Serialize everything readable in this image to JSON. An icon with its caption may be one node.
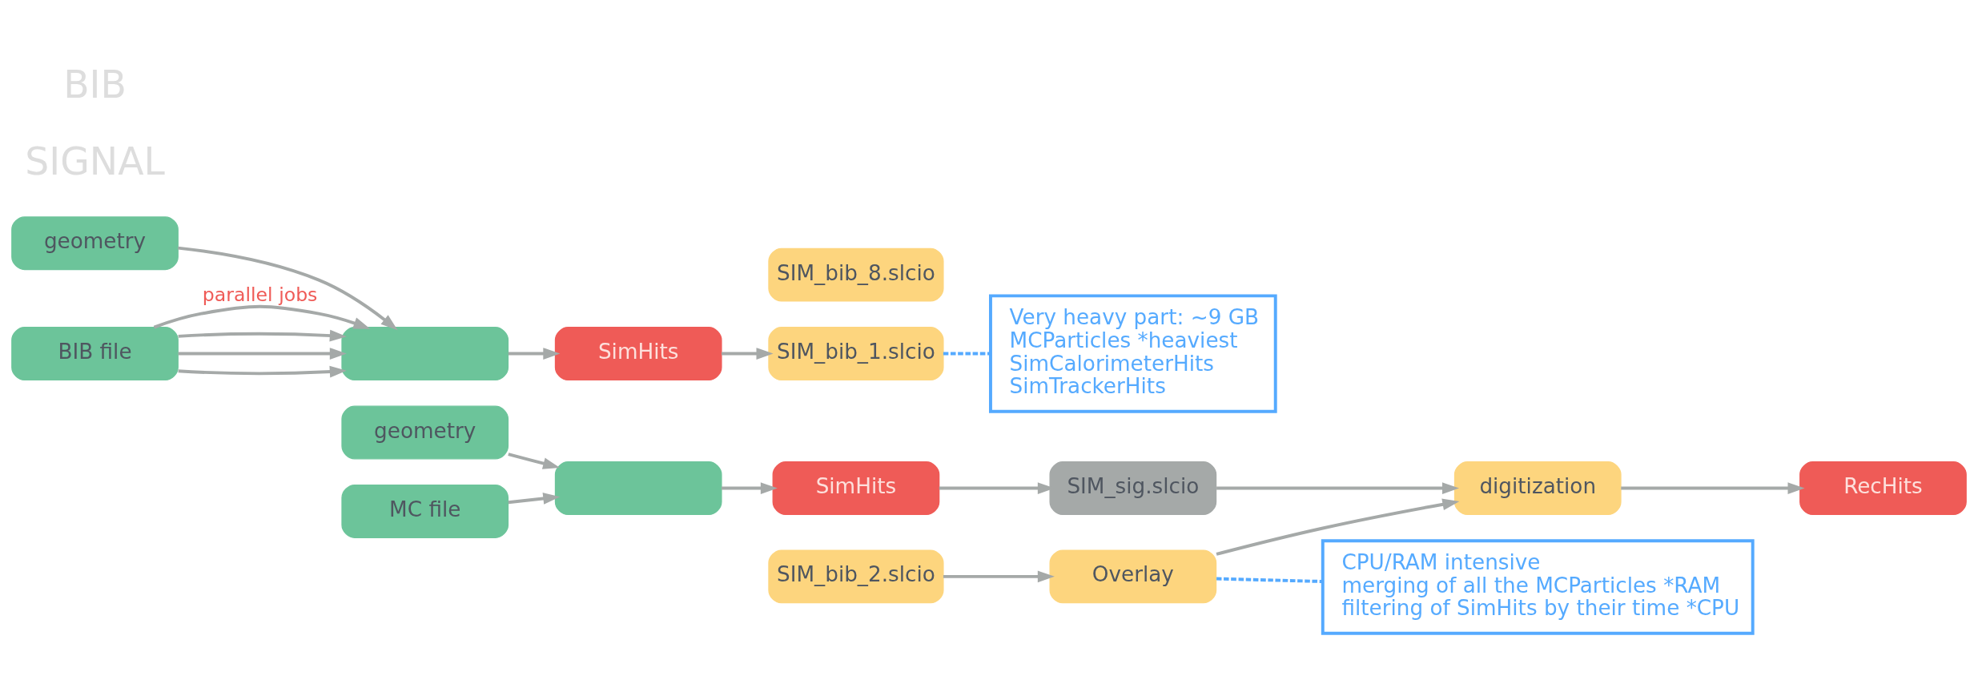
{
  "diagram": {
    "nodes": [
      {
        "text": [
          "geometry"
        ]
      },
      {
        "text": [],
        "shape": "box"
      },
      {
        "text": [
          "SimHits"
        ]
      },
      {
        "text": [
          "SIM_sig.slcio"
        ]
      },
      {
        "text": [
          "MC file"
        ]
      },
      {
        "text": [
          "geometry"
        ]
      },
      {
        "text": [],
        "shape": "box"
      },
      {
        "text": [
          "SimHits"
        ]
      },
      {
        "text": [
          "SIM_bib_1.slcio"
        ]
      },
      {
        "text": [
          "SIM_bib_2.slcio"
        ]
      },
      {
        "text": [
          "SIM_bib_8.slcio"
        ]
      },
      {
        "text": [
          "BIB file"
        ]
      },
      {
        "text": [
          "Overlay"
        ]
      },
      {
        "text": [
          "digitization"
        ]
      },
      {
        "text": [
          "RecHits"
        ]
      },
      {
        "text": [
          "Very heavy part: ~9 GB",
          "MCParticles *heaviest",
          "SimCalorimeterHits",
          "SimTrackerHits"
        ]
      },
      {
        "text": [
          "CPU/RAM intensive",
          "merging of all the MCParticles *RAM",
          "filtering of SimHits by their time *CPU"
        ]
      }
    ],
    "edges": [
      {
        "from": 0,
        "to": 1,
        "arrow": "to"
      },
      {
        "from": 1,
        "to": 2,
        "arrow": "to"
      },
      {
        "from": 2,
        "to": 3,
        "arrow": "to"
      },
      {
        "from": 4,
        "to": 1,
        "arrow": "to"
      },
      {
        "from": 5,
        "to": 6,
        "arrow": "to"
      },
      {
        "from": 6,
        "to": 7,
        "arrow": "to"
      },
      {
        "from": 7,
        "to": 8,
        "arrow": "to"
      },
      {
        "from": 11,
        "to": 6,
        "arrow": "to",
        "label": "parallel jobs"
      },
      {
        "from": 11,
        "to": 6,
        "arrow": "to"
      },
      {
        "from": 11,
        "to": 6,
        "arrow": "to"
      },
      {
        "from": 11,
        "to": 6,
        "arrow": "to"
      },
      {
        "from": 9,
        "to": 12,
        "arrow": "to"
      },
      {
        "from": 12,
        "to": 13,
        "arrow": "to"
      },
      {
        "from": 3,
        "to": 13,
        "arrow": "to"
      },
      {
        "from": 13,
        "to": 14,
        "arrow": "to"
      },
      {
        "from": 8,
        "to": 15,
        "arrow": "none",
        "style": "dashed",
        "color": "#55aaff"
      },
      {
        "from": 12,
        "to": 16,
        "arrow": "none",
        "style": "dashed",
        "color": "#55aaff"
      }
    ],
    "labels": [
      "SIGNAL",
      "BIB"
    ]
  }
}
